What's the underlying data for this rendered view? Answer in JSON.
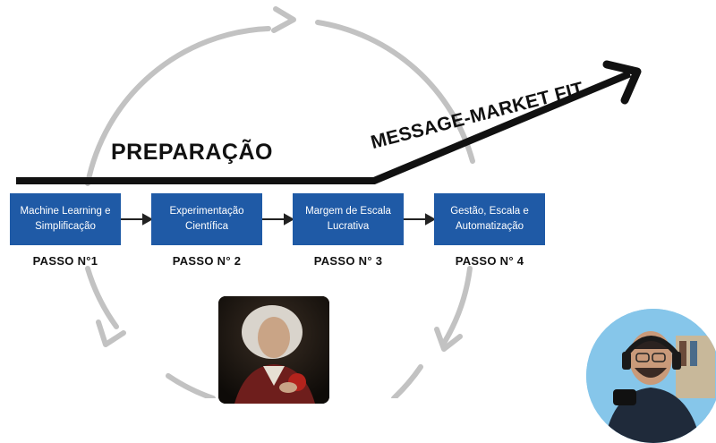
{
  "preparation_label": "PREPARAÇÃO",
  "fit_label": "MESSAGE-MARKET FIT",
  "steps": [
    {
      "box_text": "Machine Learning e Simplificação",
      "label": "PASSO N°1"
    },
    {
      "box_text": "Experimentação Científica",
      "label": "PASSO N° 2"
    },
    {
      "box_text": "Margem de Escala Lucrativa",
      "label": "PASSO N° 3"
    },
    {
      "box_text": "Gestão, Escala e Automatização",
      "label": "PASSO N° 4"
    }
  ],
  "colors": {
    "step_box": "#1f5aa6",
    "cycle_ring": "#c2c2c2",
    "main_line": "#111111",
    "connector_arrow": "#222222"
  },
  "icons": [
    "cycle-arrow-icon",
    "trend-arrow-icon",
    "step-connector-arrow-icon"
  ],
  "images": [
    "portrait-painting",
    "presenter-webcam"
  ]
}
